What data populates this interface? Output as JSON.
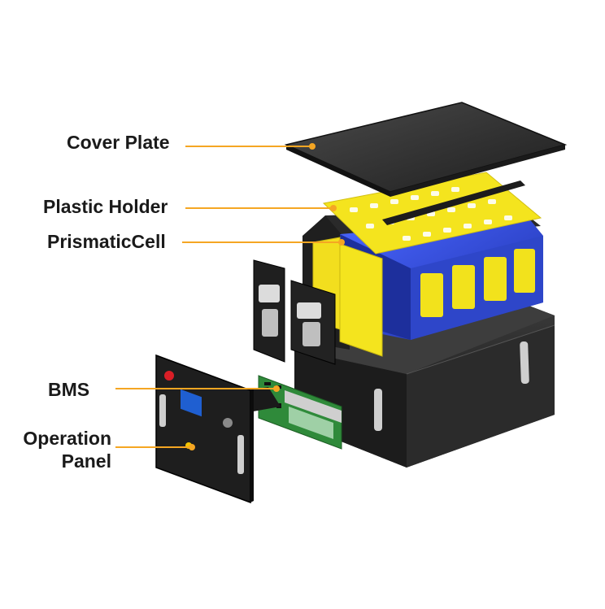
{
  "labels": {
    "cover_plate": "Cover Plate",
    "plastic_holder": "Plastic Holder",
    "prismatic_cell": "PrismaticCell",
    "bms": "BMS",
    "operation_panel_line1": "Operation",
    "operation_panel_line2": "Panel"
  },
  "colors": {
    "leader_line": "#f5a623",
    "cell_blue": "#2a48d6",
    "cell_yellow": "#f2e21c",
    "holder_yellow": "#f4e41e",
    "case_dark": "#2a2a2a",
    "pcb_green": "#2f8a3a"
  }
}
